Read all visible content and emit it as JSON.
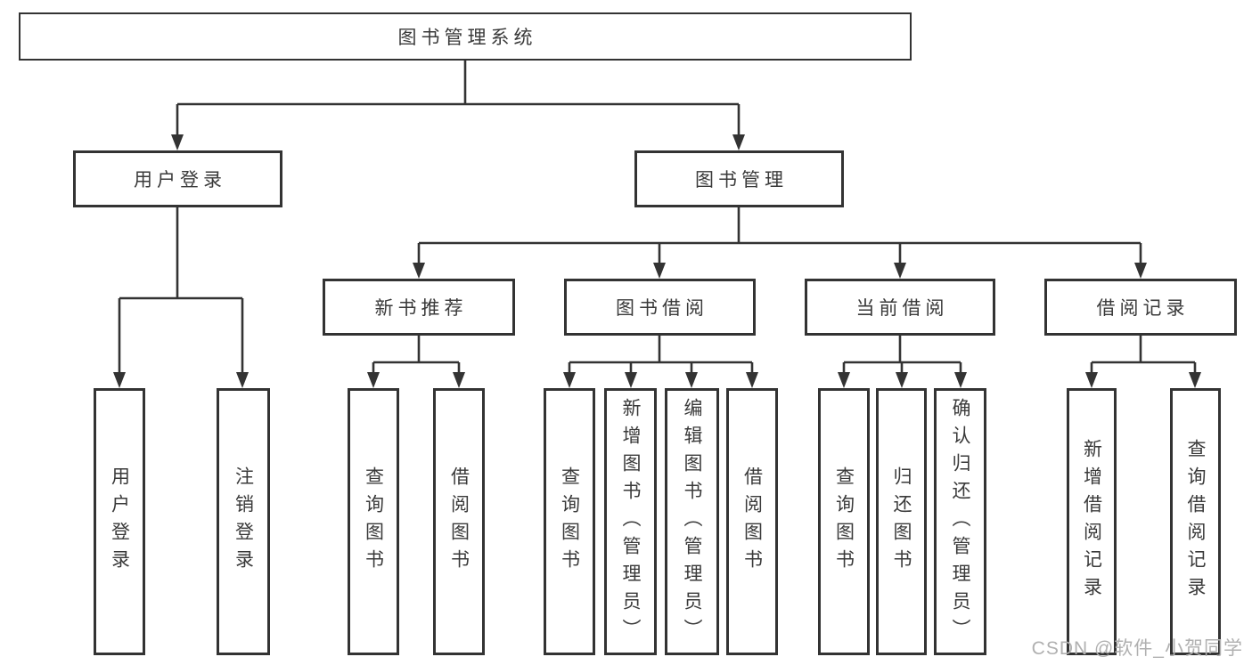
{
  "diagram": {
    "title": "图书管理系统",
    "type": "functional-structure-tree",
    "colors": {
      "line": "#333333",
      "box_border": "#333333",
      "text": "#3a3a3a",
      "background": "#ffffff",
      "watermark": "#b0b0b0"
    },
    "tree": {
      "label": "图书管理系统",
      "children": [
        {
          "label": "用户登录",
          "children": [
            {
              "label": "用户登录"
            },
            {
              "label": "注销登录"
            }
          ]
        },
        {
          "label": "图书管理",
          "children": [
            {
              "label": "新书推荐",
              "children": [
                {
                  "label": "查询图书"
                },
                {
                  "label": "借阅图书"
                }
              ]
            },
            {
              "label": "图书借阅",
              "children": [
                {
                  "label": "查询图书"
                },
                {
                  "label": "新增图书（管理员）"
                },
                {
                  "label": "编辑图书（管理员）"
                },
                {
                  "label": "借阅图书"
                }
              ]
            },
            {
              "label": "当前借阅",
              "children": [
                {
                  "label": "查询图书"
                },
                {
                  "label": "归还图书"
                },
                {
                  "label": "确认归还（管理员）"
                }
              ]
            },
            {
              "label": "借阅记录",
              "children": [
                {
                  "label": "新增借阅记录"
                },
                {
                  "label": "查询借阅记录"
                }
              ]
            }
          ]
        }
      ]
    },
    "watermark": {
      "text": "CSDN @软件_小贺同学"
    }
  }
}
